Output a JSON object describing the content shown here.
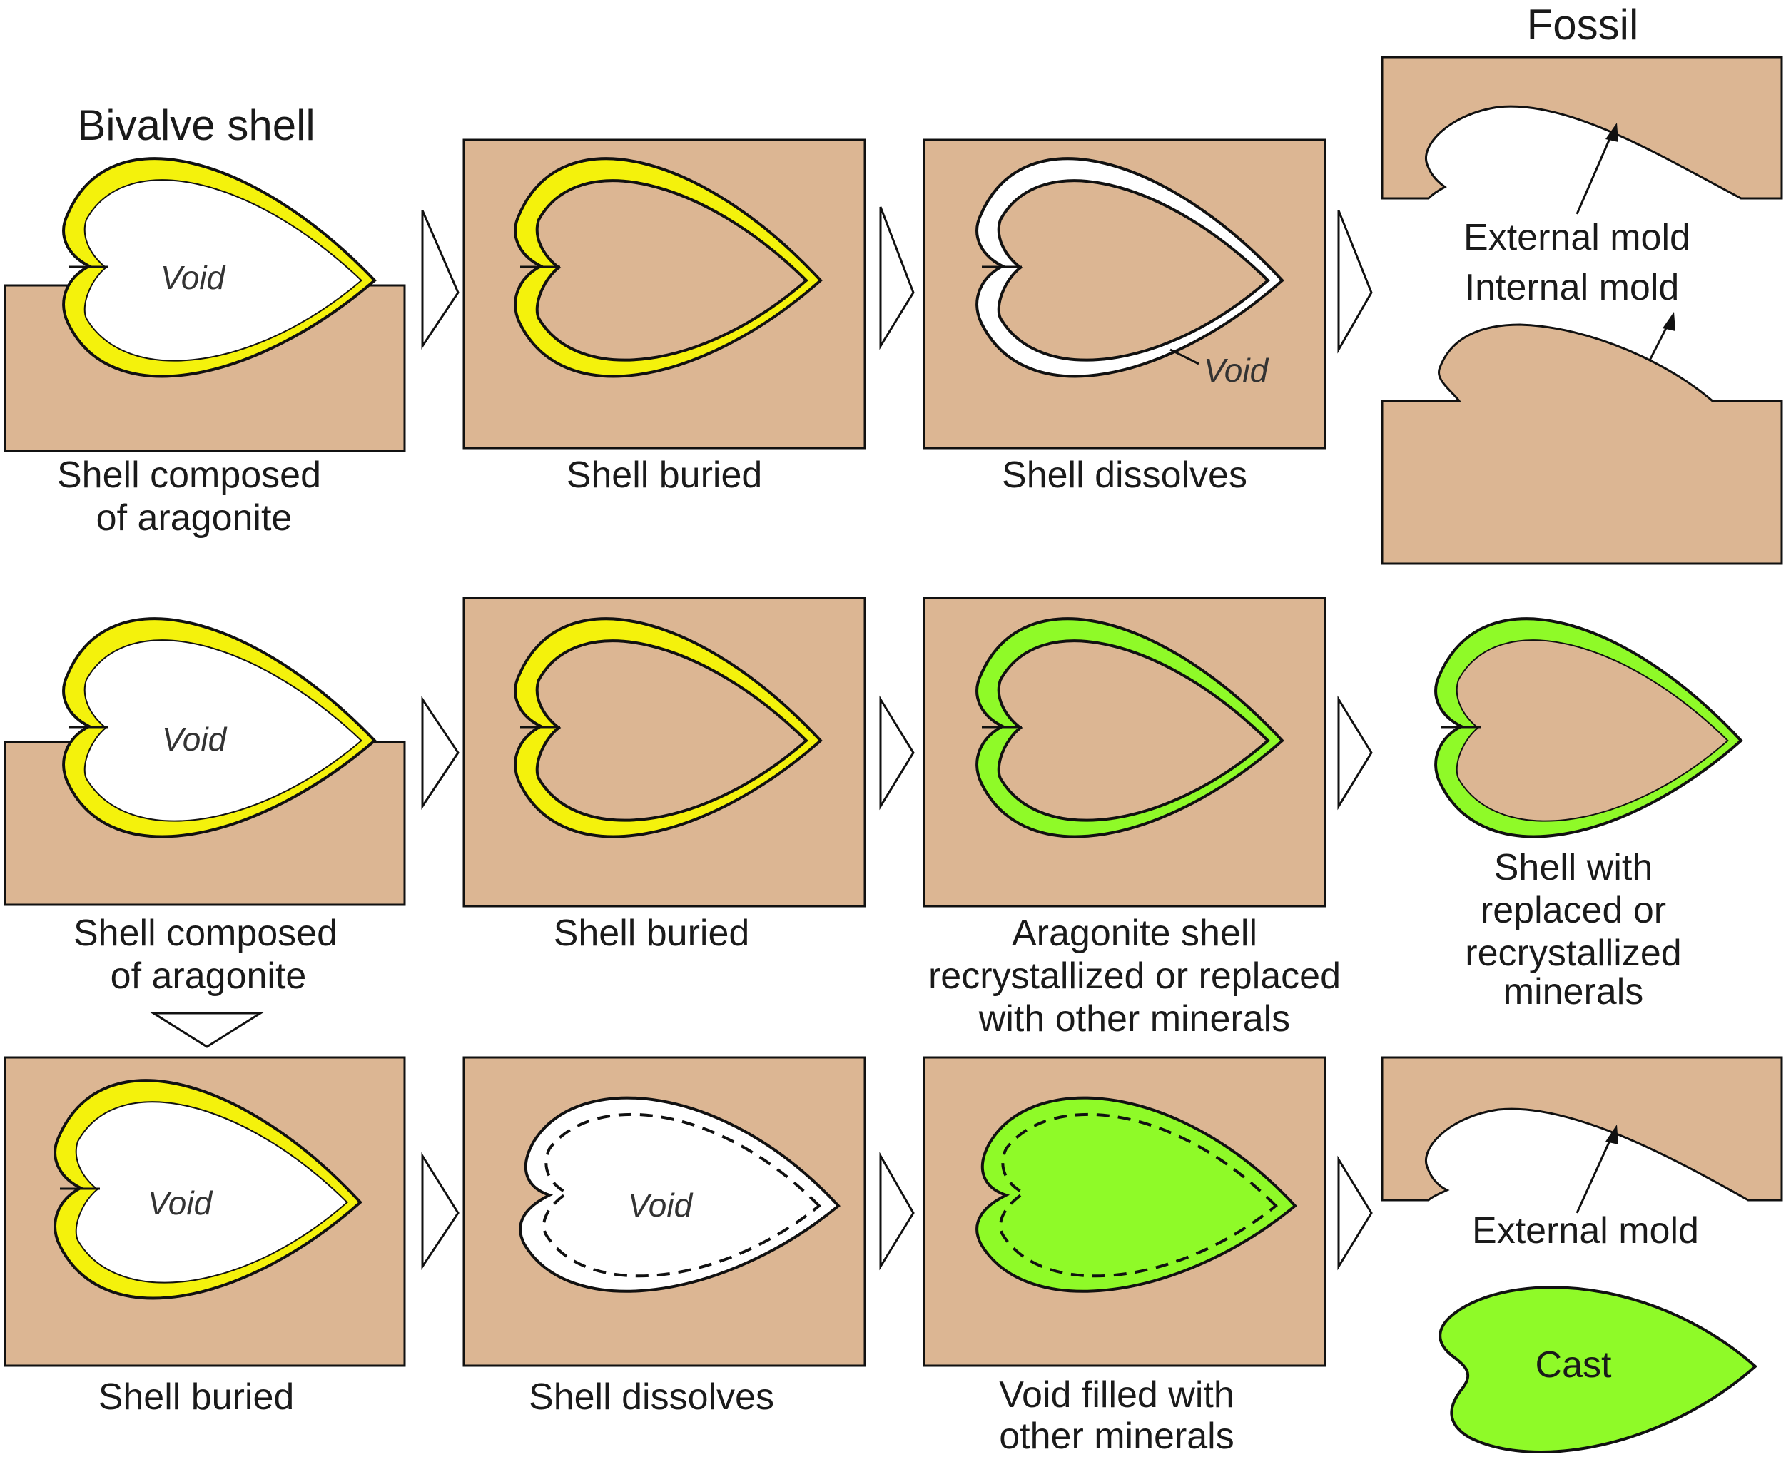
{
  "colors": {
    "sediment": "#dcb693",
    "aragonite_shell": "#f4f20c",
    "replaced_shell": "#8ffa28",
    "void": "#ffffff",
    "outline": "#111111"
  },
  "headers": {
    "bivalve_shell": "Bivalve shell",
    "fossil": "Fossil"
  },
  "row1": {
    "cap1": [
      "Shell composed",
      "of aragonite"
    ],
    "cap2": "Shell buried",
    "cap3": "Shell dissolves",
    "void1": "Void",
    "void3": "Void",
    "external_mold": "External mold",
    "internal_mold": "Internal mold"
  },
  "row2": {
    "void1": "Void",
    "cap1": [
      "Shell composed",
      "of aragonite"
    ],
    "cap2": "Shell buried",
    "cap3": [
      "Aragonite shell",
      "recrystallized or replaced",
      "with other minerals"
    ],
    "cap4": [
      "Shell with",
      "replaced or",
      "recrystallized",
      "minerals"
    ]
  },
  "row3": {
    "void1": "Void",
    "void2": "Void",
    "cap1": "Shell buried",
    "cap2": "Shell dissolves",
    "cap3": [
      "Void filled with",
      "other minerals"
    ],
    "external_mold": "External mold",
    "cast": "Cast"
  }
}
